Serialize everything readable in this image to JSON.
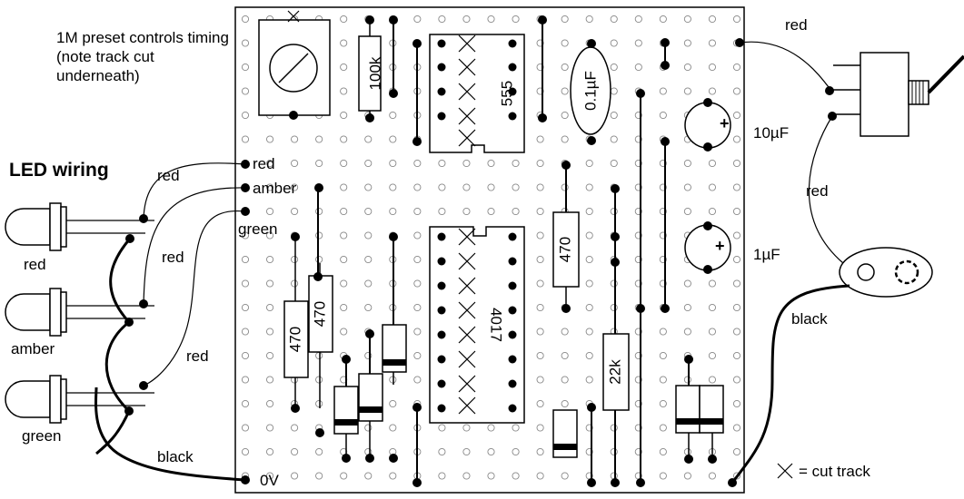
{
  "title": "LED wiring",
  "note_preset": "1M preset controls timing (note track cut underneath)",
  "board_labels": {
    "red": "red",
    "amber": "amber",
    "green": "green",
    "zero_v": "0V"
  },
  "wire_labels": {
    "red_top": "red",
    "red_mid": "red",
    "red_low": "red",
    "black_left": "black",
    "red_switch": "red",
    "red_switch_down": "red",
    "black_battery": "black"
  },
  "led_labels": [
    "red",
    "amber",
    "green"
  ],
  "capacitors": {
    "c_film": "0.1µF",
    "c_10": "10µF",
    "c_1": "1µF"
  },
  "ics": {
    "timer": "555",
    "counter": "4017"
  },
  "resistors": {
    "r_100k": "100k",
    "r_470_top": "470",
    "r_470_a": "470",
    "r_470_b": "470",
    "r_22k": "22k"
  },
  "legend": {
    "cut_track": "= cut track"
  },
  "colors": {
    "ink": "#000000",
    "hole": "#888888",
    "board_bg": "#ffffff"
  }
}
